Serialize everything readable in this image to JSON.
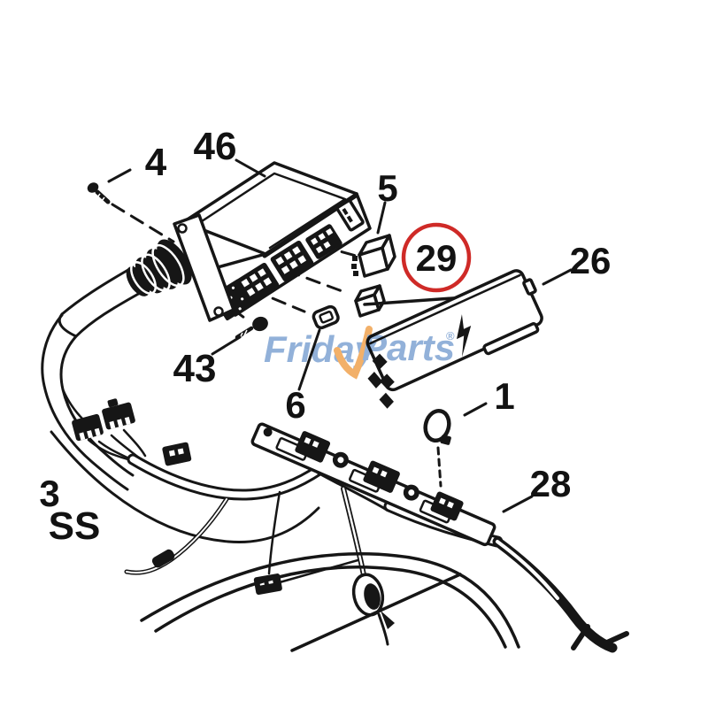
{
  "diagram": {
    "type": "exploded-parts-diagram",
    "background": "#ffffff",
    "colors": {
      "line": "#161616",
      "highlight_red": "#cf2a27"
    },
    "callouts": [
      {
        "id": "4",
        "text": "4",
        "highlighted": false
      },
      {
        "id": "46",
        "text": "46",
        "highlighted": false
      },
      {
        "id": "5",
        "text": "5",
        "highlighted": false
      },
      {
        "id": "29",
        "text": "29",
        "highlighted": true
      },
      {
        "id": "26",
        "text": "26",
        "highlighted": false
      },
      {
        "id": "43",
        "text": "43",
        "highlighted": false
      },
      {
        "id": "6",
        "text": "6",
        "highlighted": false
      },
      {
        "id": "1",
        "text": "1",
        "highlighted": false
      },
      {
        "id": "28",
        "text": "28",
        "highlighted": false
      }
    ],
    "edge_text": [
      {
        "text": "3"
      },
      {
        "text": "SS"
      }
    ],
    "watermark": {
      "word1": "Friday",
      "word2": "Parts",
      "registered": "®",
      "blue": "#7fa3d2",
      "orange": "#f0a24e"
    },
    "symbols": {
      "lightning_bolt": "high-voltage warning bolt on fuse box cover"
    }
  }
}
